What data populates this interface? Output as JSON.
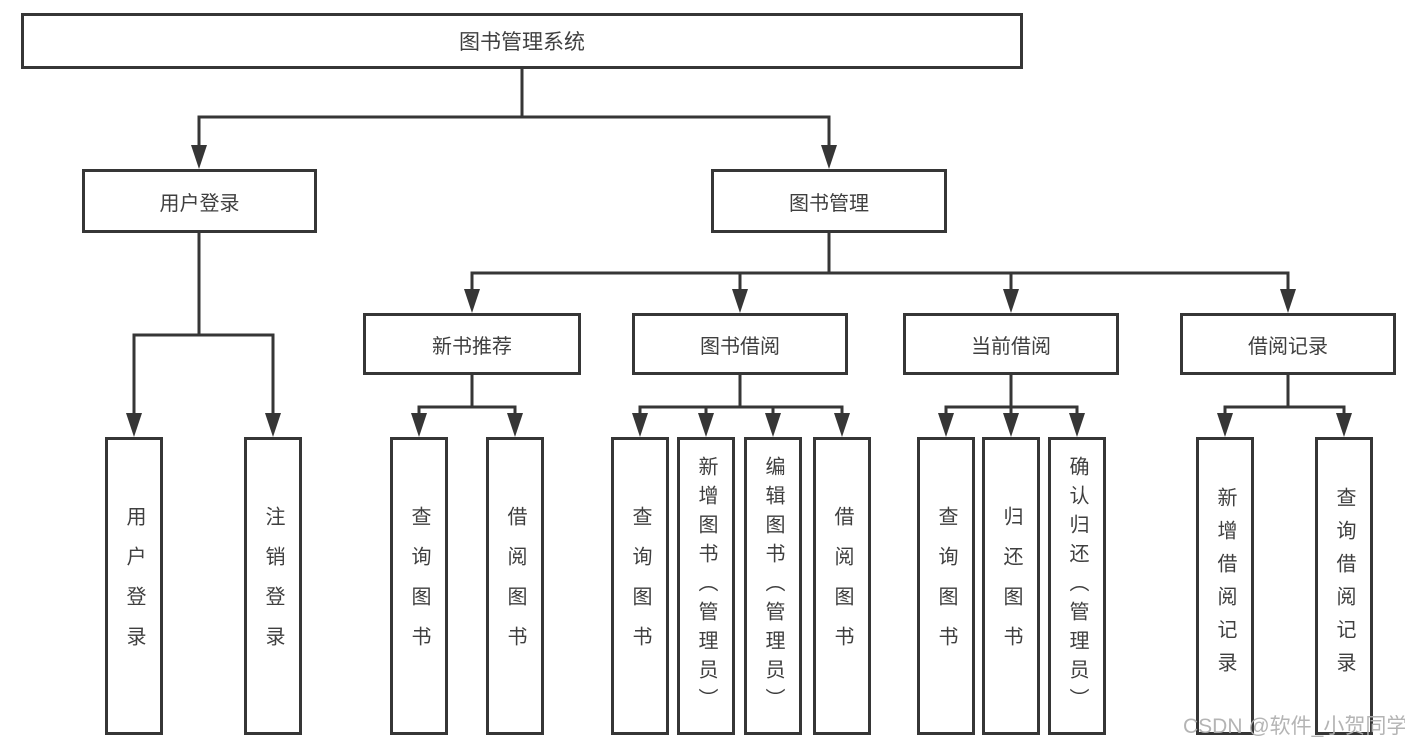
{
  "diagram": {
    "type": "tree",
    "orientation": "top-down",
    "colors": {
      "line": "#363636",
      "box_border": "#363636",
      "text": "#3f3f3f",
      "background": "#ffffff",
      "watermark": "#b0b0b0"
    }
  },
  "tree": {
    "root": {
      "label": "图书管理系统",
      "children": [
        {
          "label": "用户登录",
          "children": [
            {
              "label": "用户登录"
            },
            {
              "label": "注销登录"
            }
          ]
        },
        {
          "label": "图书管理",
          "children": [
            {
              "label": "新书推荐",
              "children": [
                {
                  "label": "查询图书"
                },
                {
                  "label": "借阅图书"
                }
              ]
            },
            {
              "label": "图书借阅",
              "children": [
                {
                  "label": "查询图书"
                },
                {
                  "label": "新增图书（管理员）"
                },
                {
                  "label": "编辑图书（管理员）"
                },
                {
                  "label": "借阅图书"
                }
              ]
            },
            {
              "label": "当前借阅",
              "children": [
                {
                  "label": "查询图书"
                },
                {
                  "label": "归还图书"
                },
                {
                  "label": "确认归还（管理员）"
                }
              ]
            },
            {
              "label": "借阅记录",
              "children": [
                {
                  "label": "新增借阅记录"
                },
                {
                  "label": "查询借阅记录"
                }
              ]
            }
          ]
        }
      ]
    }
  },
  "watermark": {
    "text": "CSDN @软件_小贺同学"
  }
}
